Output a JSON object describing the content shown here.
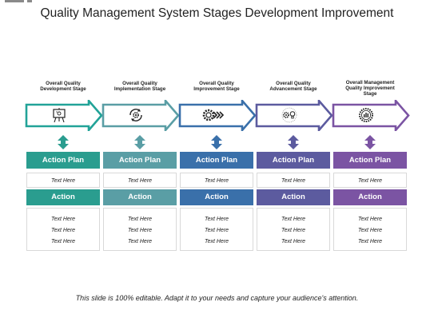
{
  "title": "Quality Management System Stages Development Improvement",
  "footer": "This slide is 100% editable. Adapt it to your needs and capture your audience's attention.",
  "stages": [
    {
      "label_line1": "Overall Quality",
      "label_line2": "Development Stage",
      "label_line3": "",
      "icon": "presentation-board-icon",
      "color": "#2a9d8f",
      "arrow_stroke": "#22a398",
      "action_plan": "Action Plan",
      "text1": "Text Here",
      "action": "Action",
      "texts": [
        "Text Here",
        "Text Here",
        "Text Here"
      ]
    },
    {
      "label_line1": "Overall Quality",
      "label_line2": "Implementation Stage",
      "label_line3": "",
      "icon": "gear-cycle-icon",
      "color": "#5a9ea5",
      "arrow_stroke": "#5a9ea5",
      "action_plan": "Action Plan",
      "text1": "Text Here",
      "action": "Action",
      "texts": [
        "Text Here",
        "Text Here",
        "Text Here"
      ]
    },
    {
      "label_line1": "Overall Quality",
      "label_line2": "Improvement Stage",
      "label_line3": "",
      "icon": "gear-forward-icon",
      "color": "#3a70aa",
      "arrow_stroke": "#3a70aa",
      "action_plan": "Action Plan",
      "text1": "Text Here",
      "action": "Action",
      "texts": [
        "Text Here",
        "Text Here",
        "Text Here"
      ]
    },
    {
      "label_line1": "Overall Quality",
      "label_line2": "Advancement Stage",
      "label_line3": "",
      "icon": "gear-lightbulb-icon",
      "color": "#5c5b9f",
      "arrow_stroke": "#5c5b9f",
      "action_plan": "Action Plan",
      "text1": "Text Here",
      "action": "Action",
      "texts": [
        "Text Here",
        "Text Here",
        "Text Here"
      ]
    },
    {
      "label_line1": "Overall Management",
      "label_line2": "Quality Improvement",
      "label_line3": "Stage",
      "icon": "gear-chart-icon",
      "color": "#7b54a3",
      "arrow_stroke": "#7b54a3",
      "action_plan": "Action Plan",
      "text1": "Text Here",
      "action": "Action",
      "texts": [
        "Text Here",
        "Text Here",
        "Text Here"
      ]
    }
  ]
}
